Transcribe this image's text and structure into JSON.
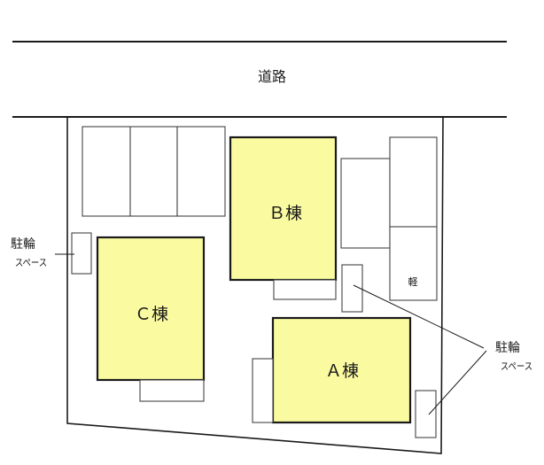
{
  "road": {
    "label": "道路"
  },
  "buildings": {
    "a": {
      "label": "Ａ棟"
    },
    "b": {
      "label": "Ｂ棟"
    },
    "c": {
      "label": "Ｃ棟"
    }
  },
  "bicycle_parking_left": {
    "line1": "駐輪",
    "line2": "スペース"
  },
  "bicycle_parking_right": {
    "line1": "駐輪",
    "line2": "スペース"
  },
  "kei_parking": {
    "label": "軽"
  },
  "colors": {
    "building_fill": "#fafaa0",
    "outline": "#1a1a1a"
  }
}
